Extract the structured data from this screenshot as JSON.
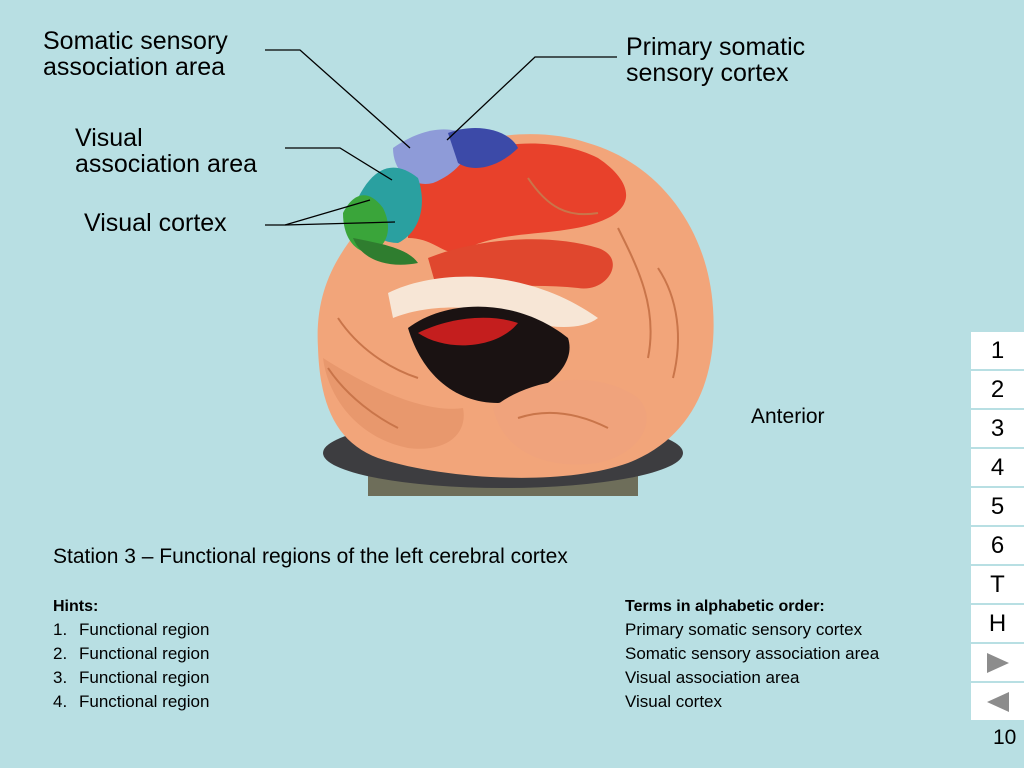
{
  "labels": {
    "somatic_assoc": "Somatic sensory\nassociation area",
    "primary_somatic": "Primary somatic\nsensory cortex",
    "visual_assoc": "Visual\nassociation area",
    "visual_cortex": "Visual cortex"
  },
  "orientation": "Anterior",
  "station_title": "Station 3 – Functional regions of the left cerebral cortex",
  "hints": {
    "heading": "Hints:",
    "items": [
      {
        "num": "1.",
        "text": "Functional region"
      },
      {
        "num": "2.",
        "text": "Functional region"
      },
      {
        "num": "3.",
        "text": "Functional region"
      },
      {
        "num": "4.",
        "text": "Functional region"
      }
    ]
  },
  "terms": {
    "heading": "Terms in alphabetic order:",
    "items": [
      "Primary somatic sensory cortex",
      "Somatic sensory association area",
      "Visual association area",
      "Visual cortex"
    ]
  },
  "nav": {
    "buttons": [
      "1",
      "2",
      "3",
      "4",
      "5",
      "6",
      "T",
      "H"
    ],
    "next_icon": "play-right-icon",
    "prev_icon": "play-left-icon"
  },
  "page_number": "10",
  "colors": {
    "background": "#b8dfe3",
    "cortex": "#f2a57a",
    "primary_somatic": "#e8412b",
    "somatic_assoc": "#8e9bd8",
    "visual_assoc": "#2aa0a0",
    "visual_cortex": "#3aa53a",
    "nav_button": "#ffffff",
    "nav_arrow": "#8c8c8c"
  }
}
